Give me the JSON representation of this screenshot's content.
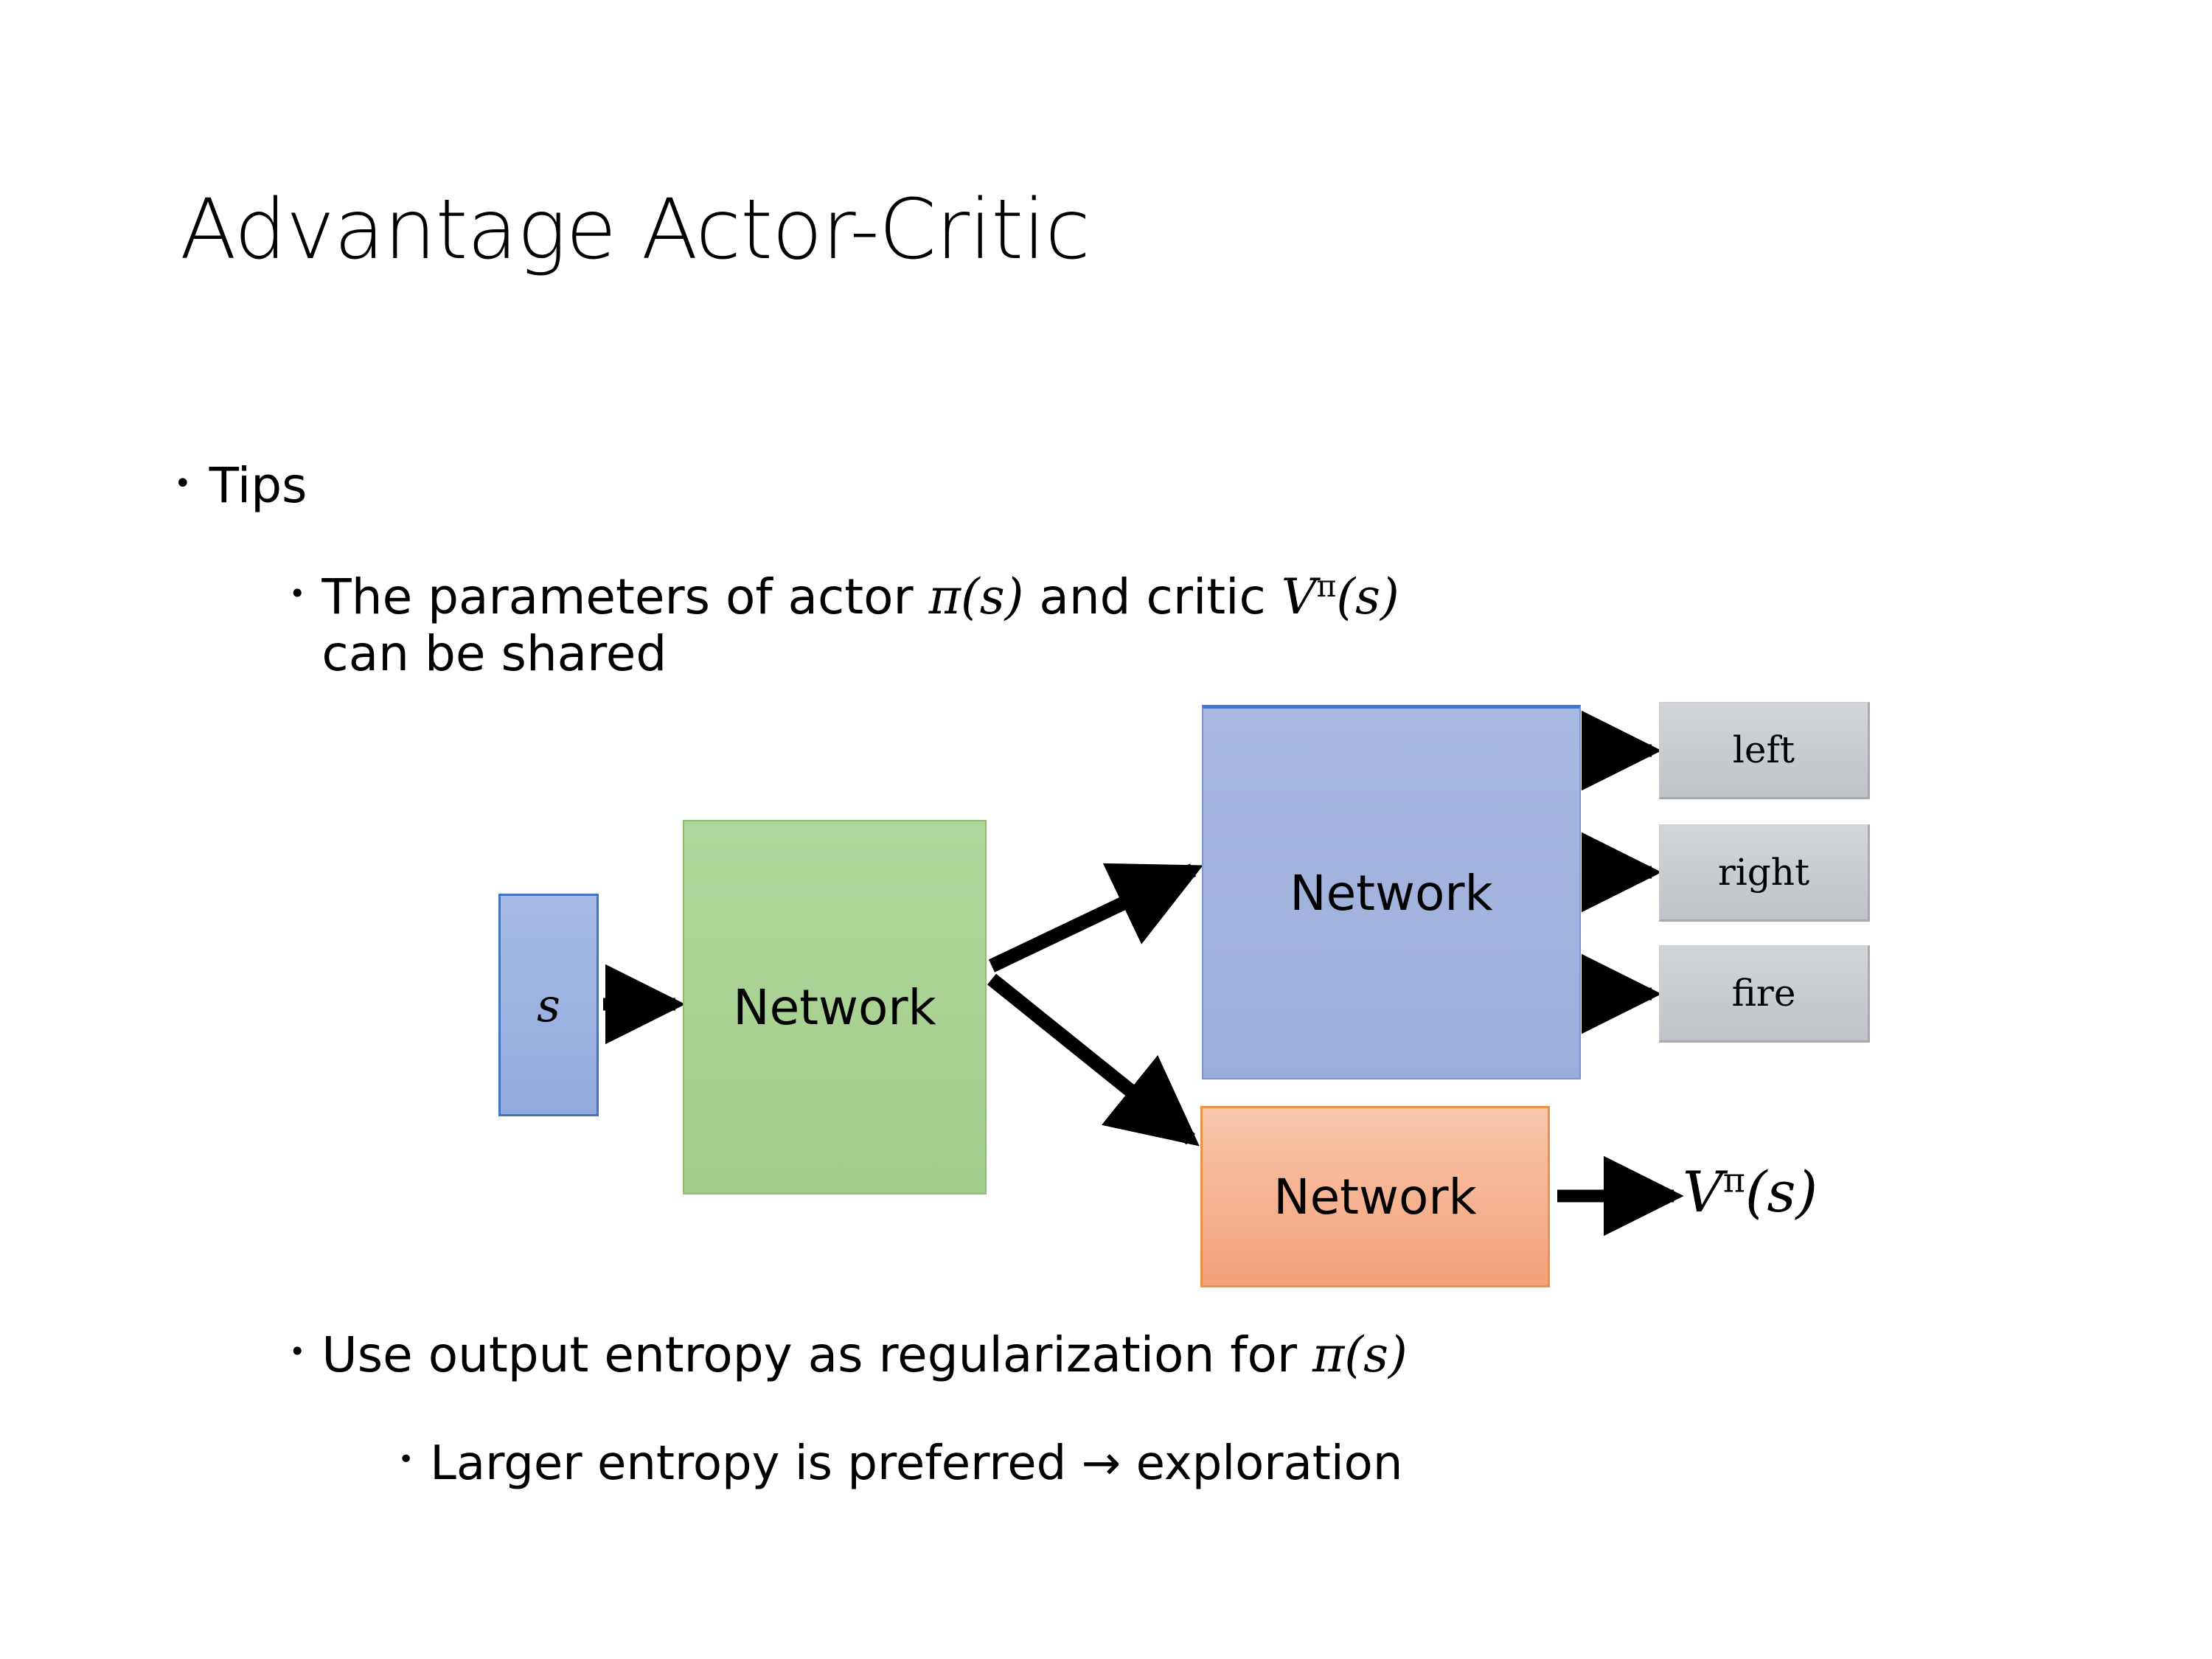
{
  "slide": {
    "title": "Advantage Actor-Critic",
    "background_color": "#FFFFFF"
  },
  "bullets": {
    "level1": {
      "marker": "•",
      "text": "Tips"
    },
    "level2_shared": {
      "marker": "•",
      "line1_pre": "The parameters of actor ",
      "math_pi": "π(s)",
      "line1_mid": "  and critic ",
      "math_v": "V",
      "math_v_sup": "π",
      "math_v_arg": "(s)",
      "line2": "can be shared",
      "full_text": "The parameters of actor π(s)  and critic Vπ(s) can be shared"
    },
    "level2_entropy": {
      "marker": "•",
      "pre": "Use output entropy as regularization for ",
      "math_pi": "π(s)",
      "full_text": "Use output entropy as regularization for π(s)"
    },
    "level3_exploration": {
      "marker": "•",
      "text": "Larger entropy is preferred → exploration"
    }
  },
  "diagram": {
    "input_box": {
      "label": "s",
      "fill": "#9BAEDB",
      "border": "#4472C4"
    },
    "shared_network": {
      "label": "Network",
      "fill": "#A4CE8C",
      "border": "#8CBF72"
    },
    "actor_network": {
      "label": "Network",
      "fill": "#9BAEDB",
      "border": "#4472C4"
    },
    "critic_network": {
      "label": "Network",
      "fill": "#F3A07A",
      "border": "#ED9043"
    },
    "actions": [
      {
        "label": "left",
        "fill": "#C6CACE"
      },
      {
        "label": "right",
        "fill": "#C6CACE"
      },
      {
        "label": "fire",
        "fill": "#C6CACE"
      }
    ],
    "critic_output": {
      "base": "V",
      "superscript": "π",
      "arg": "(s)"
    },
    "arrow_color": "#000000"
  }
}
